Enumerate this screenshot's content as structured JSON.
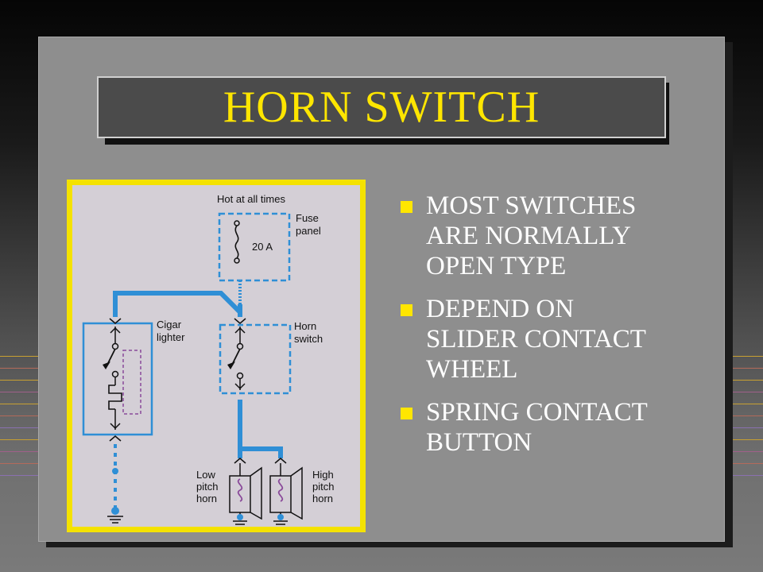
{
  "slide": {
    "title": "HORN SWITCH",
    "bullets": [
      "MOST SWITCHES\nARE NORMALLY\nOPEN TYPE",
      "DEPEND ON\nSLIDER CONTACT\nWHEEL",
      "SPRING CONTACT\nBUTTON"
    ]
  },
  "diagram": {
    "hot_label": "Hot at all times",
    "fuse_label_1": "Fuse",
    "fuse_label_2": "panel",
    "fuse_rating": "20 A",
    "cigar_label_1": "Cigar",
    "cigar_label_2": "lighter",
    "horn_switch_label_1": "Horn",
    "horn_switch_label_2": "switch",
    "low_horn_label_1": "Low",
    "low_horn_label_2": "pitch",
    "low_horn_label_3": "horn",
    "high_horn_label_1": "High",
    "high_horn_label_2": "pitch",
    "high_horn_label_3": "horn"
  },
  "colors": {
    "title_text": "#ffe600",
    "bullet_mark": "#ffe600",
    "wire_blue": "#2f8fd6",
    "diagram_frame": "#f4e200",
    "slide_background": "#8e8e8e"
  }
}
